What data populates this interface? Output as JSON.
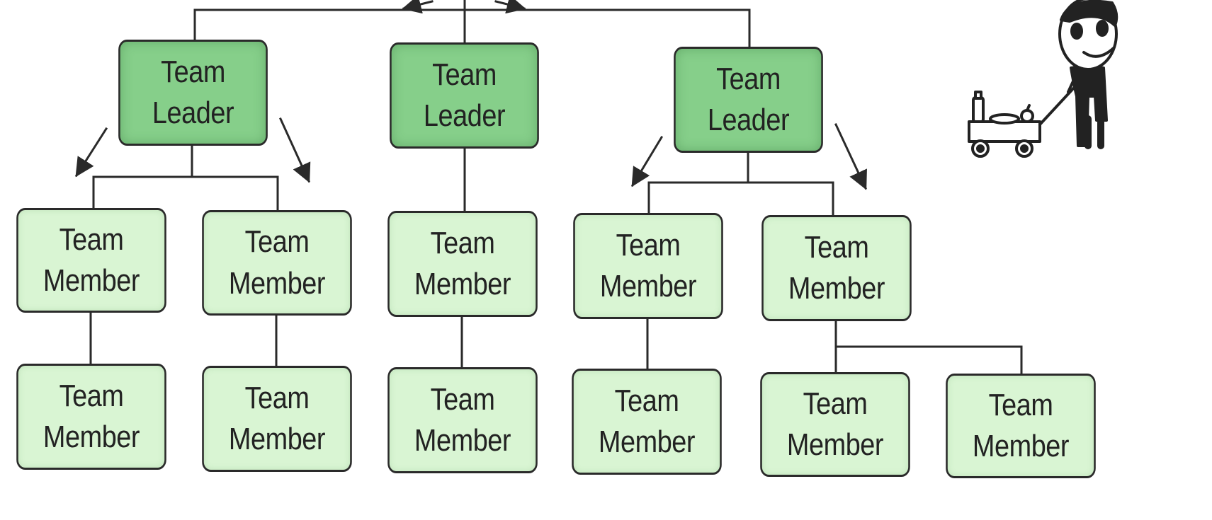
{
  "nodes": {
    "leaders": [
      {
        "line1": "Team",
        "line2": "Leader"
      },
      {
        "line1": "Team",
        "line2": "Leader"
      },
      {
        "line1": "Team",
        "line2": "Leader"
      }
    ],
    "members_row1": [
      {
        "line1": "Team",
        "line2": "Member"
      },
      {
        "line1": "Team",
        "line2": "Member"
      },
      {
        "line1": "Team",
        "line2": "Member"
      },
      {
        "line1": "Team",
        "line2": "Member"
      },
      {
        "line1": "Team",
        "line2": "Member"
      }
    ],
    "members_row2": [
      {
        "line1": "Team",
        "line2": "Member"
      },
      {
        "line1": "Team",
        "line2": "Member"
      },
      {
        "line1": "Team",
        "line2": "Member"
      },
      {
        "line1": "Team",
        "line2": "Member"
      },
      {
        "line1": "Team",
        "line2": "Member"
      },
      {
        "line1": "Team",
        "line2": "Member"
      }
    ]
  },
  "colors": {
    "leader_fill": "#86cf8a",
    "member_fill": "#d9f5d3",
    "line": "#2a2a2a"
  },
  "icons": {
    "mascot": "person-pulling-cart-icon"
  }
}
